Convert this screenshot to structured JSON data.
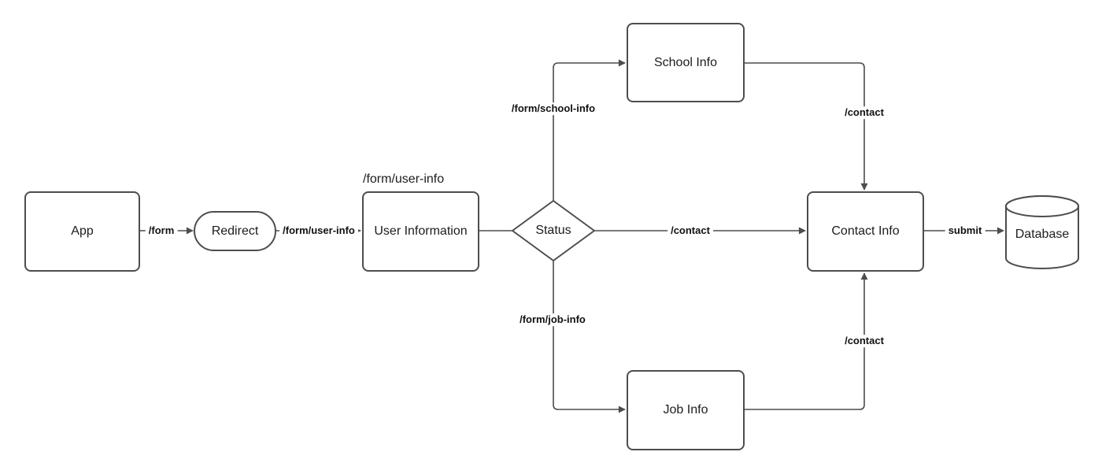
{
  "diagram": {
    "nodes": {
      "app": {
        "label": "App",
        "shape": "rounded-rectangle"
      },
      "redirect": {
        "label": "Redirect",
        "shape": "stadium"
      },
      "user_information": {
        "label": "User Information",
        "shape": "rounded-rectangle",
        "caption": "/form/user-info"
      },
      "status": {
        "label": "Status",
        "shape": "diamond"
      },
      "school_info": {
        "label": "School Info",
        "shape": "rounded-rectangle"
      },
      "job_info": {
        "label": "Job Info",
        "shape": "rounded-rectangle"
      },
      "contact_info": {
        "label": "Contact Info",
        "shape": "rounded-rectangle"
      },
      "database": {
        "label": "Database",
        "shape": "cylinder"
      }
    },
    "edges": {
      "app_to_redirect": {
        "from": "app",
        "to": "redirect",
        "label": "/form"
      },
      "redirect_to_user_information": {
        "from": "redirect",
        "to": "user_information",
        "label": "/form/user-info"
      },
      "user_information_to_status": {
        "from": "user_information",
        "to": "status",
        "label": ""
      },
      "status_to_school_info": {
        "from": "status",
        "to": "school_info",
        "label": "/form/school-info"
      },
      "school_info_to_contact_info": {
        "from": "school_info",
        "to": "contact_info",
        "label": "/contact"
      },
      "status_to_contact_info": {
        "from": "status",
        "to": "contact_info",
        "label": "/contact"
      },
      "status_to_job_info": {
        "from": "status",
        "to": "job_info",
        "label": "/form/job-info"
      },
      "job_info_to_contact_info": {
        "from": "job_info",
        "to": "contact_info",
        "label": "/contact"
      },
      "contact_info_to_database": {
        "from": "contact_info",
        "to": "database",
        "label": "submit"
      }
    },
    "colors": {
      "stroke": "#4d4d4d",
      "node_text": "#1c1c1c",
      "edge_label_text": "#111111",
      "background": "#ffffff"
    }
  }
}
